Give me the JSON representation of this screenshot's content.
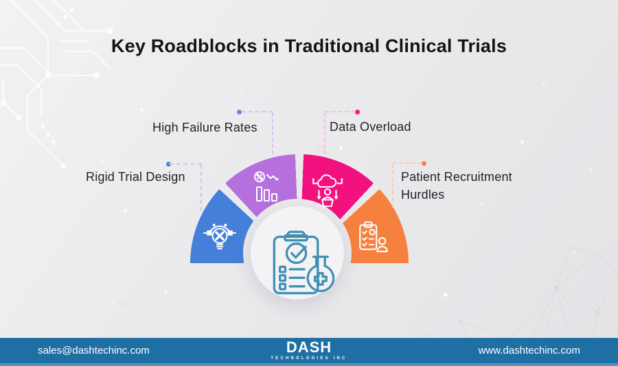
{
  "title": "Key Roadblocks in Traditional Clinical Trials",
  "diagram": {
    "type": "semicircular-fan",
    "center_icon": "clinical-trial-checklist-flask",
    "center_icon_color": "#4090b5",
    "segments": [
      {
        "label": "Rigid Trial Design",
        "color": "#4480d9",
        "dot_color": "#4480d9",
        "line_color": "#b9cdf2",
        "icon": "design-lightbulb-icon"
      },
      {
        "label": "High Failure Rates",
        "color": "#b570de",
        "dot_color": "#a966e3",
        "line_color": "#d6c2f2",
        "icon": "declining-bars-percent-icon"
      },
      {
        "label": "Data Overload",
        "color": "#f2117f",
        "dot_color": "#f2117f",
        "line_color": "#f6bcd6",
        "icon": "cloud-data-person-icon"
      },
      {
        "label": "Patient Recruitment Hurdles",
        "color": "#f6813f",
        "dot_color": "#f6813f",
        "line_color": "#f8cbae",
        "icon": "patient-clipboard-icon"
      }
    ]
  },
  "footer": {
    "bar_color": "#1e6fa4",
    "email": "sales@dashtechinc.com",
    "logo": "DASH",
    "logo_sub": "TECHNOLOGIES INC",
    "website": "www.dashtechinc.com"
  }
}
